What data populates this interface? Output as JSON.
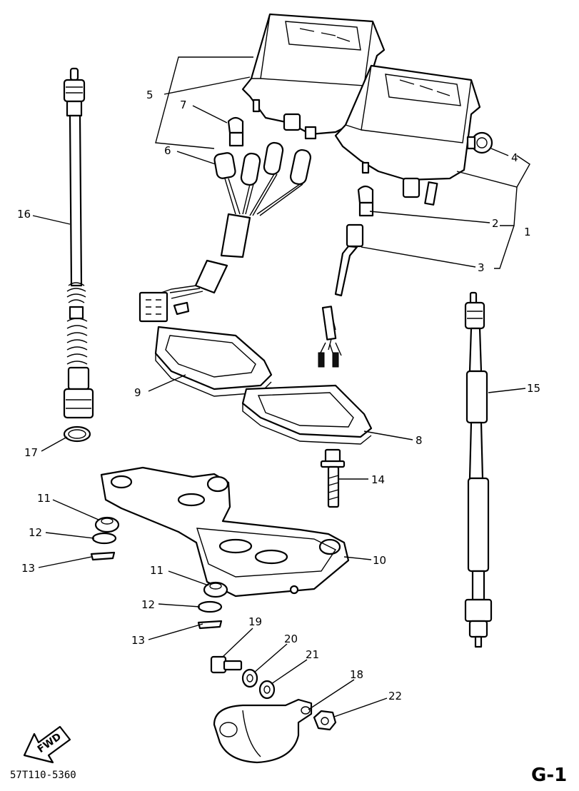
{
  "diagram": {
    "reference_code": "57T110-5360",
    "page_label": "G-1",
    "fwd_label": "FWD",
    "callouts": {
      "p1": "1",
      "p2": "2",
      "p3": "3",
      "p4": "4",
      "p5": "5",
      "p6": "6",
      "p7": "7",
      "p8": "8",
      "p9": "9",
      "p10": "10",
      "p11a": "11",
      "p11b": "11",
      "p12a": "12",
      "p12b": "12",
      "p13a": "13",
      "p13b": "13",
      "p14": "14",
      "p15": "15",
      "p16": "16",
      "p17": "17",
      "p18": "18",
      "p19": "19",
      "p20": "20",
      "p21": "21",
      "p22": "22"
    }
  }
}
